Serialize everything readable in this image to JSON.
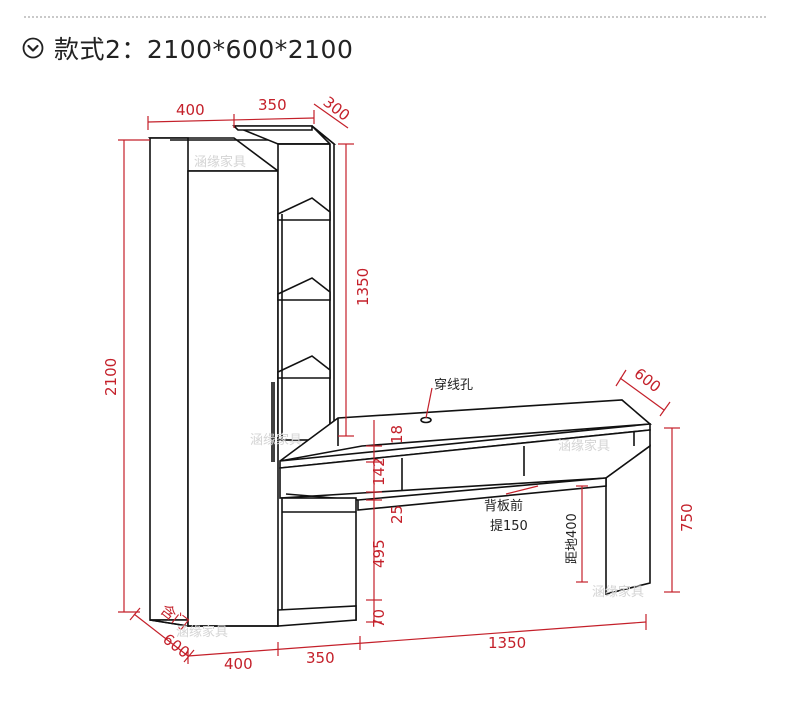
{
  "header": {
    "title": "款式2：2100*600*2100",
    "icon": "chevron-down-circle-icon"
  },
  "dimensions": {
    "top_width_400": "400",
    "top_width_350": "350",
    "top_depth_300": "300",
    "shelf_height_1350": "1350",
    "total_height_2100": "2100",
    "desk_depth_600": "600",
    "desk_top_18": "18",
    "drawer_142": "142",
    "gap_25": "25",
    "desk_lower_495": "495",
    "plinth_70": "70",
    "desk_height_750": "750",
    "bottom_depth_600": "600",
    "bottom_width_400": "400",
    "bottom_width_350": "350",
    "bottom_width_1350": "1350"
  },
  "labels": {
    "cable_hole": "穿线孔",
    "back_panel_front_1": "背板前",
    "back_panel_front_2": "提150",
    "floor_clearance": "距地400",
    "bottom_depth_prefix": "含门"
  },
  "watermarks": [
    "涵缘家具",
    "涵缘家具",
    "涵缘家具",
    "涵缘家具",
    "涵缘家具"
  ],
  "colors": {
    "dimension": "#c4202a",
    "outline": "#111111",
    "watermark": "#d4d4d4"
  }
}
